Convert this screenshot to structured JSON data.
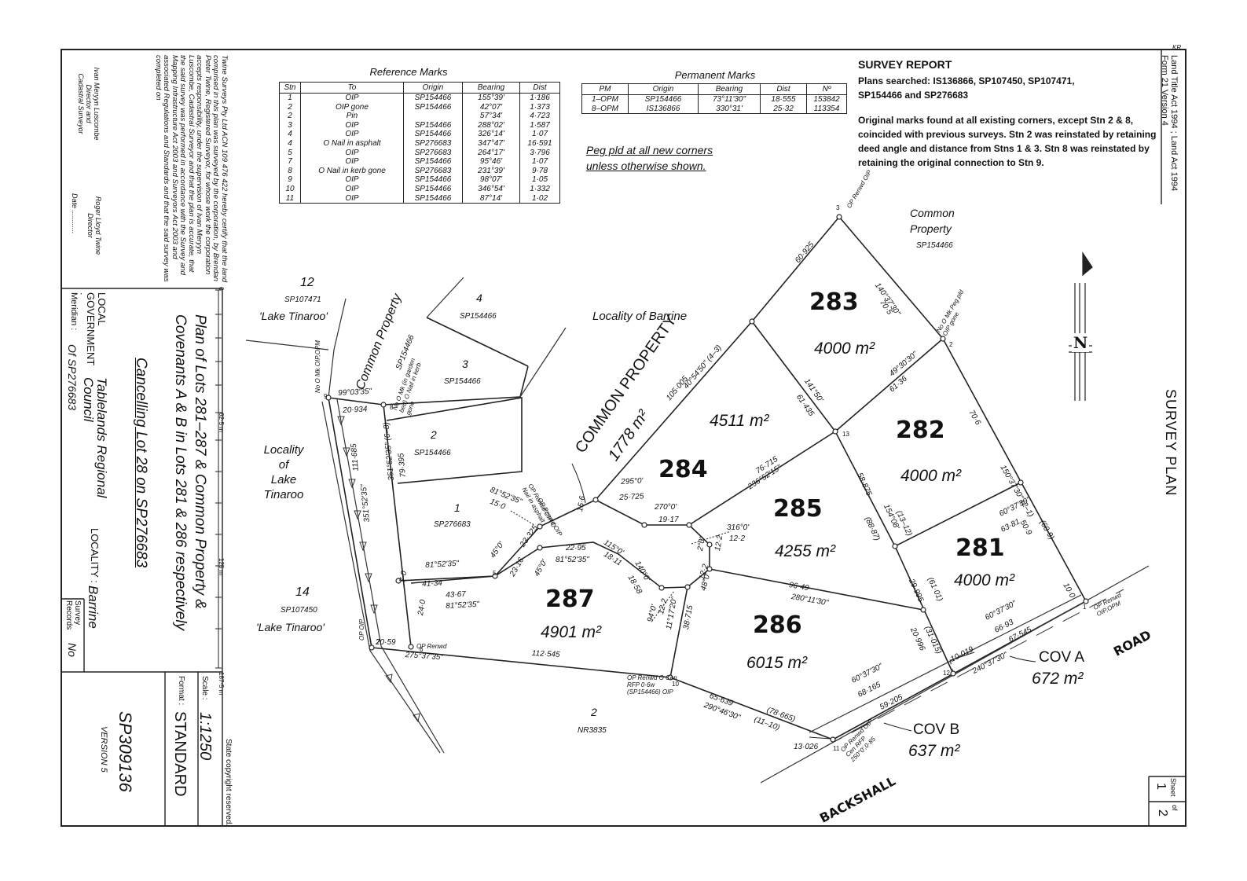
{
  "form": {
    "kr": "KR",
    "acts": "Land Title Act 1994 ; Land Act 1994",
    "form_version": "Form 21 Version 4",
    "plan_type": "SURVEY PLAN",
    "sheet_label": "Sheet",
    "sheet_no": "1",
    "sheet_of": "of",
    "sheet_total": "2"
  },
  "reference_marks": {
    "title": "Reference Marks",
    "headers": [
      "Stn",
      "To",
      "Origin",
      "Bearing",
      "Dist"
    ],
    "rows": [
      [
        "1",
        "OIP",
        "SP154466",
        "155°39'",
        "1·186"
      ],
      [
        "2",
        "OIP gone",
        "SP154466",
        "42°07'",
        "1·373"
      ],
      [
        "2",
        "Pin",
        "",
        "57°34'",
        "4·723"
      ],
      [
        "3",
        "OIP",
        "SP154466",
        "288°02'",
        "1·587"
      ],
      [
        "4",
        "OIP",
        "SP154466",
        "326°14'",
        "1·07"
      ],
      [
        "4",
        "O Nail in asphalt",
        "SP276683",
        "347°47'",
        "16·591"
      ],
      [
        "5",
        "OIP",
        "SP276683",
        "264°17'",
        "3·796"
      ],
      [
        "7",
        "OIP",
        "SP154466",
        "95°46'",
        "1·07"
      ],
      [
        "8",
        "O Nail in kerb gone",
        "SP276683",
        "231°39'",
        "9·78"
      ],
      [
        "9",
        "OIP",
        "SP154466",
        "98°07'",
        "1·05"
      ],
      [
        "10",
        "OIP",
        "SP154466",
        "346°54'",
        "1·332"
      ],
      [
        "11",
        "OIP",
        "SP154466",
        "87°14'",
        "1·02"
      ]
    ]
  },
  "permanent_marks": {
    "title": "Permanent Marks",
    "headers": [
      "PM",
      "Origin",
      "Bearing",
      "Dist",
      "Nº"
    ],
    "rows": [
      [
        "1–OPM",
        "SP154466",
        "73°11'30\"",
        "18·555",
        "153842"
      ],
      [
        "8–OPM",
        "IS136866",
        "330°31'",
        "25·32",
        "113354"
      ]
    ]
  },
  "peg_note": [
    "Peg pld at all new corners",
    "unless otherwise shown."
  ],
  "survey_report": {
    "title": "SURVEY REPORT",
    "plans_searched": "Plans searched: IS136866, SP107450, SP107471, SP154466 and SP276683",
    "marks_text": "Original marks found at all existing corners, except Stn 2 & 8, coincided with previous surveys. Stn 2 was reinstated by retaining deed angle and distance from Stns 1 & 3. Stn 8 was reinstated by retaining the original connection to Stn 9."
  },
  "certification": {
    "text": "Twine Surveys Pty Ltd ACN 109 476 422 hereby certify that the land comprised in this plan was surveyed by the corporation, by Brendan Peter Twine, Registered Surveyor, for whose work the corporation accepts responsibility, under the supervision of Ivan Meryyn Luscombe, Cadastral Surveyor and that the plan is accurate, that the said survey was performed in accordance with the Survey and Mapping Infrastructure Act 2003 and Surveyors Act 2003 and associated Regulations and Standards and that the said survey was completed on",
    "signer1": [
      "Ivan Meryyn Luscombe",
      "Director and",
      "Cadastral Surveyor"
    ],
    "signer2": [
      "Roger Lloyd Twine",
      "Director"
    ],
    "date_label": "Date ............"
  },
  "title_block": {
    "plan_of": "Plan of Lots 281–287 & Common Property &",
    "covenants": "Covenants A & B in Lots 281 & 286 respectively",
    "cancelling": "Cancelling Lot 28 on SP276683",
    "local_gov_label": "LOCAL GOVERNMENT :",
    "local_gov": "Tablelands Regional Council",
    "locality_label": "LOCALITY :",
    "locality": "Barrine",
    "meridian_label": "Meridian :",
    "meridian": "Of SP276683",
    "survey_records_label": "Survey Records",
    "survey_records": "No",
    "scale_label": "Scale :",
    "scale": "1:1250",
    "format_label": "Format :",
    "format": "STANDARD",
    "plan_no": "SP309136",
    "version": "VERSION 5",
    "copyright": "State copyright reserved.",
    "scale_ticks": [
      "0",
      "62·5 m",
      "125 m",
      "187·5 m"
    ]
  },
  "lots": [
    {
      "no": "283",
      "area": "4000 m²"
    },
    {
      "no": "282",
      "area": "4000 m²"
    },
    {
      "no": "281",
      "area": "4000 m²"
    },
    {
      "no": "284",
      "area": "4511 m²"
    },
    {
      "no": "285",
      "area": "4255 m²"
    },
    {
      "no": "286",
      "area": "6015 m²"
    },
    {
      "no": "287",
      "area": "4901 m²"
    }
  ],
  "common_property": {
    "label": "COMMON PROPERTY",
    "area": "1778 m²"
  },
  "covenants": [
    {
      "label": "COV A",
      "area": "672 m²"
    },
    {
      "label": "COV B",
      "area": "637 m²"
    }
  ],
  "roads": {
    "road": "ROAD",
    "backshall": "BACKSHALL"
  },
  "adjoining": {
    "common_property_top": [
      "Common",
      "Property"
    ],
    "common_property_top_sp": "SP154466",
    "locality_barrine": "Locality of Barrine",
    "lot12": "12",
    "lot12_sp": "SP107471",
    "lot12_name": "'Lake Tinaroo'",
    "cp_left": "Common Property",
    "cp_left_sp": "SP154466",
    "lot4": "4",
    "lot4_sp": "SP154466",
    "lot3": "3",
    "lot3_sp": "SP154466",
    "lot2": "2",
    "lot2_sp": "SP154466",
    "lot1": "1",
    "lot1_sp": "SP276683",
    "locality_tinaroo": [
      "Locality",
      "of",
      "Lake",
      "Tinaroo"
    ],
    "lot14": "14",
    "lot14_sp": "SP107450",
    "lot14_name": "'Lake Tinaroo'",
    "lot2_bottom": "2",
    "lot2_bottom_sp": "NR3835"
  },
  "dimensions": [
    "60·925",
    "140°37'30\"",
    "70·5",
    "40°54'50\" (4–3)",
    "105·005",
    "141°50'",
    "61·435",
    "49°30'30\"",
    "61·36",
    "70·6",
    "150°37'30\" (2–1)",
    "50·9",
    "(60·9)",
    "10·0",
    "60°37'30\"",
    "63·81",
    "76·715",
    "236°52'15\"",
    "58·875",
    "(13–12)",
    "154°08'",
    "(88·87)",
    "295°0'",
    "25·725",
    "270°0'",
    "19·17",
    "316°0'",
    "12·2",
    "2°0'",
    "12·2",
    "96·49",
    "280°11'30\"",
    "29·995",
    "(61·01)",
    "20·996",
    "(31·015)",
    "60°37'30\"",
    "66·93",
    "67·545",
    "10·019",
    "240°37'30\"",
    "60°37'30\"",
    "68·165",
    "59·205",
    "13·026",
    "65·639",
    "290°46'30\"",
    "(78·665)",
    "(11–10)",
    "115°0'",
    "18·11",
    "140°0'",
    "18·58",
    "22·95",
    "81°52'35\"",
    "12·2",
    "48°0'",
    "94°0'",
    "12·2",
    "11°17'20\"",
    "38·715",
    "112·545",
    "275°37'35\"",
    "20·59",
    "24·0",
    "43·67",
    "81°52'35\"",
    "23·16",
    "45°0'",
    "23·325",
    "45°0'",
    "41·34",
    "81°52'35\"",
    "7·0",
    "79·395",
    "351°52'35\" (6–8)",
    "99°03'35\"",
    "20·934",
    "111·685",
    "351°52'35\"",
    "81°52'35\"",
    "15·0",
    "15·6"
  ],
  "stations": [
    "1",
    "2",
    "3",
    "4",
    "5",
    "6",
    "7",
    "8",
    "9",
    "10",
    "11",
    "12",
    "13"
  ],
  "station_notes": [
    "OP Renwd OIP",
    "No O Mk Peg pld OIP gone",
    "OP Renwd OIP,OPM",
    "OP Renwd OIP Cen RFP 250°0',0·85",
    "OP Renwd O Cen RFP 0·6w (SP154466) OIP",
    "OP Renwd",
    "OP OIP",
    "No O Mk (in garden bed) O Nail in kerb gone",
    "No O Mk OIP,OPM",
    "OP Renwd OIP",
    "OP Renwd OIP O Nail in asphalt"
  ],
  "north": "N"
}
